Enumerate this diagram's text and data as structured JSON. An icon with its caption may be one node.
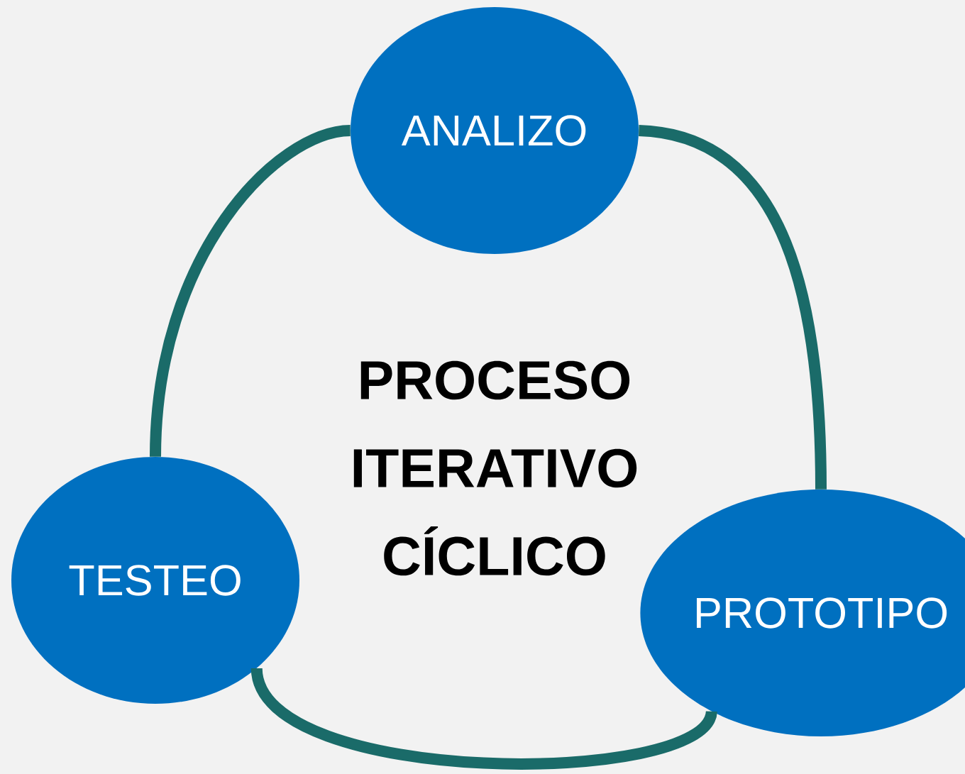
{
  "diagram": {
    "nodes": [
      {
        "text": [
          "ANALIZO"
        ]
      },
      {
        "text": [
          "PROTOTIPO"
        ]
      },
      {
        "text": [
          "TESTEO"
        ]
      }
    ],
    "edges": [
      {
        "from": 0,
        "to": 1,
        "arrow": "none"
      },
      {
        "from": 1,
        "to": 2,
        "arrow": "none"
      },
      {
        "from": 2,
        "to": 0,
        "arrow": "none"
      }
    ],
    "labels": [
      "PROCESO ITERATIVO CÍCLICO"
    ]
  }
}
